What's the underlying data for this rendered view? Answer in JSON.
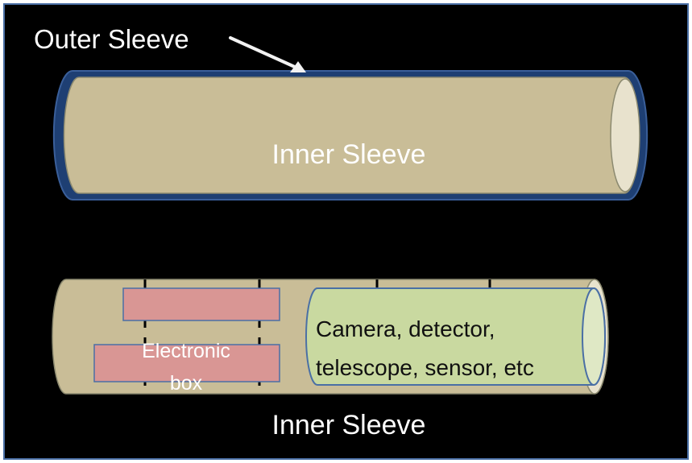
{
  "diagram": {
    "outer_sleeve_label": "Outer Sleeve",
    "inner_sleeve_top_label": "Inner Sleeve",
    "inner_sleeve_bottom_label": "Inner Sleeve",
    "payload_label_line1": "Camera, detector,",
    "payload_label_line2": "telescope, sensor, etc",
    "electronic_box_label_line1": "Electronic",
    "electronic_box_label_line2": "box"
  },
  "colors": {
    "background": "#000000",
    "frame_border": "#4a6fa5",
    "outer_sleeve": "#1e3f73",
    "inner_sleeve": "#c9bd97",
    "sleeve_end_cap": "#e8e2cd",
    "payload_fill": "#c9d9a0",
    "payload_stroke": "#4a6fa5",
    "electronic_box": "#d99694",
    "arrow": "#f2f2f2",
    "text_dark": "#111111",
    "text_light": "#ffffff"
  }
}
